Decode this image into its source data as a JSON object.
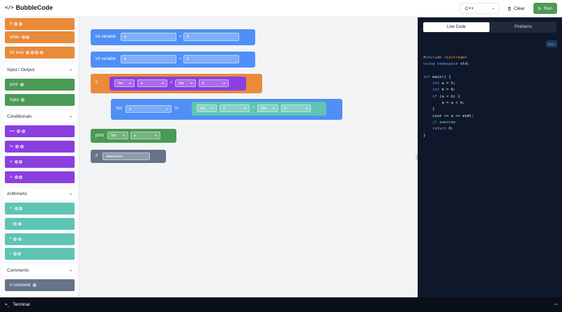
{
  "header": {
    "logo_icon": "</>",
    "app_title": "BubbleCode",
    "language": "C++",
    "clear_label": "Clear",
    "run_label": "Run"
  },
  "palette": {
    "control_items": [
      "if",
      "while",
      "for loop"
    ],
    "categories": {
      "io": "Input / Output",
      "conditionals": "Conditionals",
      "arithmetic": "Arithmetic",
      "comments": "Comments"
    },
    "io_items": [
      "print",
      "input"
    ],
    "conditional_items": [
      "==",
      "!=",
      "<",
      ">"
    ],
    "arithmetic_items": [
      "+",
      "-",
      "*",
      "/"
    ],
    "comment_items": [
      "// comment"
    ]
  },
  "canvas": {
    "block1": {
      "label": "int variable",
      "name": "a",
      "eq": "=",
      "value": "5"
    },
    "block2": {
      "label": "int variable",
      "name": "b",
      "eq": "=",
      "value": "6"
    },
    "if_block": {
      "label": "if",
      "left_type": "Var",
      "left_var": "a",
      "op": "<",
      "right_type": "Var",
      "right_var": "b"
    },
    "set_block": {
      "label": "Set",
      "target": "a",
      "to": "to",
      "left_type": "Var",
      "left_var": "a",
      "op": "+",
      "right_type": "Var",
      "right_var": "b"
    },
    "print_block": {
      "label": "print",
      "type": "Var",
      "var": "a"
    },
    "comment_block": {
      "label": "//",
      "text": "awesome"
    }
  },
  "panel": {
    "tab_live": "Live Code",
    "tab_problems": "Problems",
    "lang_badge": "C++"
  },
  "code_lines": [
    [
      {
        "t": "#include ",
        "c": "#94a3b8"
      },
      {
        "t": "<iostream>",
        "c": "#fb923c"
      }
    ],
    [
      {
        "t": "using namespace ",
        "c": "#60a5fa"
      },
      {
        "t": "std;",
        "c": "#e2e8f0"
      }
    ],
    [
      {
        "t": "",
        "c": "#e2e8f0"
      }
    ],
    [
      {
        "t": "int ",
        "c": "#60a5fa"
      },
      {
        "t": "main() {",
        "c": "#e2e8f0"
      }
    ],
    [
      {
        "t": "    int ",
        "c": "#60a5fa"
      },
      {
        "t": "a = 5;",
        "c": "#e2e8f0"
      }
    ],
    [
      {
        "t": "    int ",
        "c": "#60a5fa"
      },
      {
        "t": "b = 6;",
        "c": "#e2e8f0"
      }
    ],
    [
      {
        "t": "    if ",
        "c": "#c084fc"
      },
      {
        "t": "(a < b) {",
        "c": "#e2e8f0"
      }
    ],
    [
      {
        "t": "        a = a + b;",
        "c": "#e2e8f0"
      }
    ],
    [
      {
        "t": "    }",
        "c": "#e2e8f0"
      }
    ],
    [
      {
        "t": "    cout << a << endl;",
        "c": "#e2e8f0"
      }
    ],
    [
      {
        "t": "    // awesome",
        "c": "#4ade80"
      }
    ],
    [
      {
        "t": "    return ",
        "c": "#c084fc"
      },
      {
        "t": "0;",
        "c": "#e2e8f0"
      }
    ],
    [
      {
        "t": "}",
        "c": "#e2e8f0"
      }
    ]
  ],
  "terminal": {
    "icon": ">_",
    "label": "Terminal"
  },
  "colors": {
    "control": "#e98b3a",
    "io": "#4a9a55",
    "conditional": "#8b3fe0",
    "arithmetic": "#5fc4b4",
    "comment": "#667489",
    "variable": "#4f8ff7"
  }
}
